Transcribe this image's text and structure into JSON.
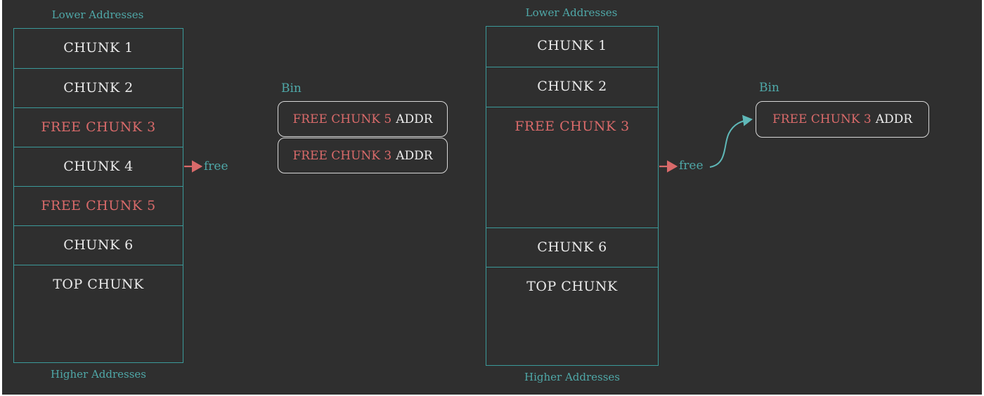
{
  "left_diagram": {
    "top_label": "Lower Addresses",
    "bottom_label": "Higher Addresses",
    "chunks": [
      {
        "label": "CHUNK 1",
        "free": false
      },
      {
        "label": "CHUNK 2",
        "free": false
      },
      {
        "label": "FREE CHUNK 3",
        "free": true
      },
      {
        "label": "CHUNK 4",
        "free": false
      },
      {
        "label": "FREE CHUNK 5",
        "free": true
      },
      {
        "label": "CHUNK 6",
        "free": false
      },
      {
        "label": "TOP CHUNK",
        "free": false
      }
    ],
    "free_arrow_label": "free",
    "bin": {
      "title": "Bin",
      "entries": [
        {
          "chunk": "FREE CHUNK 5",
          "suffix": "ADDR"
        },
        {
          "chunk": "FREE CHUNK 3",
          "suffix": "ADDR"
        }
      ]
    }
  },
  "right_diagram": {
    "top_label": "Lower Addresses",
    "bottom_label": "Higher Addresses",
    "chunks": [
      {
        "label": "CHUNK 1",
        "free": false
      },
      {
        "label": "CHUNK 2",
        "free": false
      },
      {
        "label": "FREE CHUNK 3",
        "free": true
      },
      {
        "label": "CHUNK 6",
        "free": false
      },
      {
        "label": "TOP CHUNK",
        "free": false
      }
    ],
    "free_arrow_label": "free",
    "bin": {
      "title": "Bin",
      "entries": [
        {
          "chunk": "FREE CHUNK 3",
          "suffix": "ADDR"
        }
      ]
    }
  },
  "colors": {
    "background": "#2f2f2f",
    "teal": "#4fa8a8",
    "free_red": "#d96a6a",
    "text": "#e9e9e9"
  }
}
